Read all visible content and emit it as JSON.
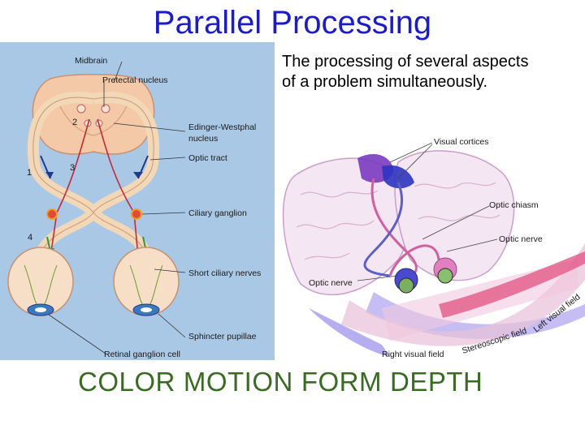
{
  "slide": {
    "title": "Parallel Processing",
    "definition_line1": "The processing of several aspects",
    "definition_line2": "of a problem simultaneously.",
    "aspects": [
      "COLOR",
      "MOTION",
      "FORM",
      "DEPTH"
    ]
  },
  "left_diagram": {
    "labels": {
      "midbrain": "Midbrain",
      "pretectal": "Pretectal nucleus",
      "edinger1": "Edinger-Westphal",
      "edinger2": "nucleus",
      "optic_tract": "Optic tract",
      "ciliary_ganglion": "Ciliary ganglion",
      "short_ciliary": "Short ciliary nerves",
      "sphincter": "Sphincter pupillae",
      "retinal": "Retinal ganglion cell"
    },
    "numbers": [
      "1",
      "2",
      "3",
      "4"
    ]
  },
  "right_diagram": {
    "labels": {
      "visual_cortices": "Visual cortices",
      "optic_chiasm": "Optic chiasm",
      "optic_nerve_right": "Optic nerve",
      "optic_nerve_left": "Optic nerve",
      "right_visual_field": "Right visual field",
      "stereoscopic_field": "Stereoscopic field",
      "left_visual_field": "Left visual field"
    }
  },
  "colors": {
    "title": "#1a1ad0",
    "aspects": "#3a6b22",
    "diagram_bg": "#a9c8e6",
    "brain_tan": "#f3c9a8",
    "nerve_red": "#c8283a"
  }
}
